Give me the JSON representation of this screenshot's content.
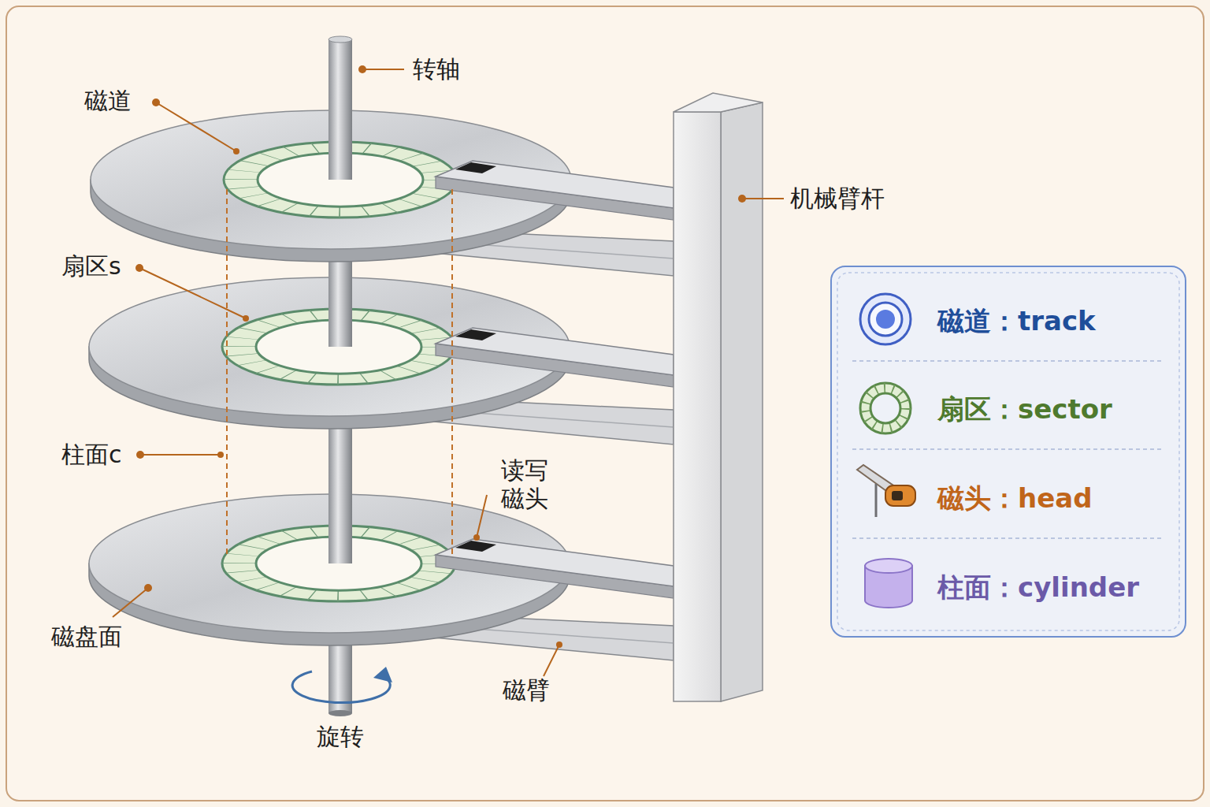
{
  "diagram": {
    "labels": [
      "转轴",
      "磁道",
      "机械臂杆",
      "扇区s",
      "柱面c",
      "读写 磁头",
      "磁盘面",
      "磁臂",
      "旋转"
    ],
    "legend": [
      {
        "text": "磁道：track"
      },
      {
        "text": "扇区：sector"
      },
      {
        "text": "磁头：head"
      },
      {
        "text": "柱面：cylinder"
      }
    ]
  }
}
